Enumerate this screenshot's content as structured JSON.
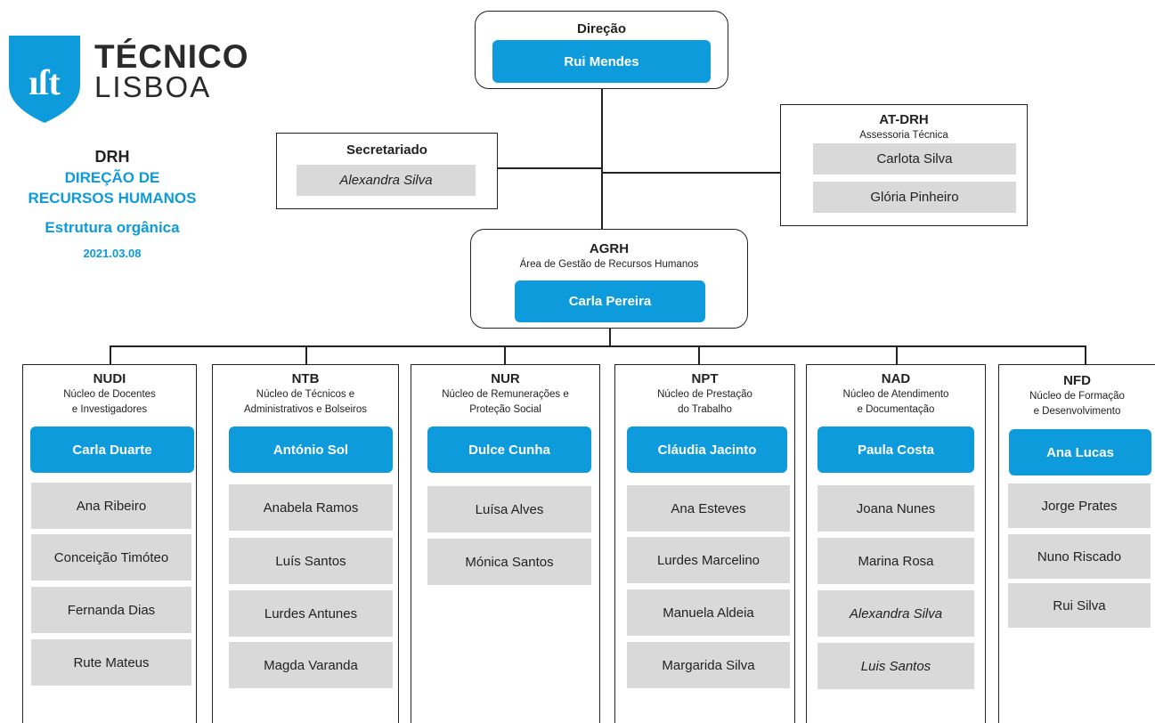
{
  "logo": {
    "line1": "TÉCNICO",
    "line2": "LISBOA",
    "icon": "ist-shield-logo"
  },
  "sidebar": {
    "code": "DRH",
    "name": "DIREÇÃO DE RECURSOS HUMANOS",
    "name_line1": "DIREÇÃO DE",
    "name_line2": "RECURSOS HUMANOS",
    "subtitle": "Estrutura orgânica",
    "date": "2021.03.08"
  },
  "colors": {
    "accent": "#0d9bdb",
    "grey": "#d9d9d9",
    "line": "#222222"
  },
  "direcao": {
    "title": "Direção",
    "head": "Rui Mendes"
  },
  "secretariado": {
    "title": "Secretariado",
    "member": "Alexandra Silva"
  },
  "atdrh": {
    "title": "AT-DRH",
    "subtitle": "Assessoria Técnica",
    "members": [
      "Carlota Silva",
      "Glória Pinheiro"
    ]
  },
  "agrh": {
    "title": "AGRH",
    "subtitle": "Área de Gestão de Recursos Humanos",
    "head": "Carla Pereira"
  },
  "units": [
    {
      "code": "NUDI",
      "sub1": "Núcleo de Docentes",
      "sub2": "e Investigadores",
      "head": "Carla Duarte",
      "members": [
        "Ana Ribeiro",
        "Conceição Timóteo",
        "Fernanda Dias",
        "Rute Mateus"
      ]
    },
    {
      "code": "NTB",
      "sub1": "Núcleo de Técnicos e",
      "sub2": "Administrativos e Bolseiros",
      "head": "António Sol",
      "members": [
        "Anabela Ramos",
        "Luís Santos",
        "Lurdes Antunes",
        "Magda Varanda"
      ]
    },
    {
      "code": "NUR",
      "sub1": "Núcleo de Remunerações e",
      "sub2": "Proteção Social",
      "head": "Dulce Cunha",
      "members": [
        "Luísa Alves",
        "Mónica Santos"
      ]
    },
    {
      "code": "NPT",
      "sub1": "Núcleo de Prestação",
      "sub2": "do Trabalho",
      "head": "Cláudia Jacinto",
      "members": [
        "Ana Esteves",
        "Lurdes Marcelino",
        "Manuela Aldeia",
        "Margarida Silva"
      ]
    },
    {
      "code": "NAD",
      "sub1": "Núcleo de Atendimento",
      "sub2": "e Documentação",
      "head": "Paula Costa",
      "members": [
        "Joana Nunes",
        "Marina Rosa",
        "Alexandra Silva",
        "Luis Santos"
      ]
    },
    {
      "code": "NFD",
      "sub1": "Núcleo de Formação",
      "sub2": "e Desenvolvimento",
      "head": "Ana Lucas",
      "members": [
        "Jorge Prates",
        "Nuno Riscado",
        "Rui Silva"
      ]
    }
  ]
}
